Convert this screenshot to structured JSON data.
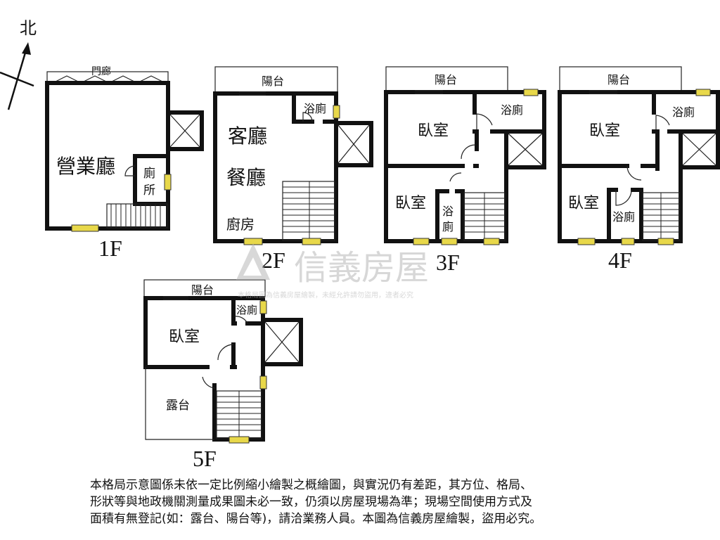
{
  "compass": {
    "label": "北"
  },
  "floors": {
    "f1": {
      "label": "1F",
      "rooms": {
        "porch": "門廊",
        "hall": "營業廳",
        "toilet_1": "廁",
        "toilet_2": "所"
      }
    },
    "f2": {
      "label": "2F",
      "rooms": {
        "balcony": "陽台",
        "bath": "浴廁",
        "living": "客廳",
        "dining": "餐廳",
        "kitchen": "廚房"
      }
    },
    "f3": {
      "label": "3F",
      "rooms": {
        "balcony": "陽台",
        "bath": "浴廁",
        "bedroom_a": "臥室",
        "bedroom_b": "臥室",
        "bath_small_1": "浴",
        "bath_small_2": "廁"
      }
    },
    "f4": {
      "label": "4F",
      "rooms": {
        "balcony": "陽台",
        "bath": "浴廁",
        "bedroom_a": "臥室",
        "bedroom_b": "臥室",
        "bath_small": "浴廁"
      }
    },
    "f5": {
      "label": "5F",
      "rooms": {
        "balcony": "陽台",
        "bath": "浴廁",
        "bedroom": "臥室",
        "terrace": "露台"
      }
    }
  },
  "watermark": {
    "logo": "信義房屋",
    "notice": "本格局圖為信義房屋繪製，未經允許請勿盜用，違者必究"
  },
  "footnote": {
    "line1": "本格局示意圖係未依一定比例縮小繪製之概繪圖，與實況仍有差距，其方位、格局、",
    "line2": "形狀等與地政機關測量成果圖未必一致，仍須以房屋現場為準；現場空間使用方式及",
    "line3": "面積有無登記(如：露台、陽台等)，請洽業務人員。本圖為信義房屋繪製，盜用必究。"
  },
  "colors": {
    "wall": "#111111",
    "window": "#e8d84a",
    "watermark": "#c8c8c8"
  }
}
